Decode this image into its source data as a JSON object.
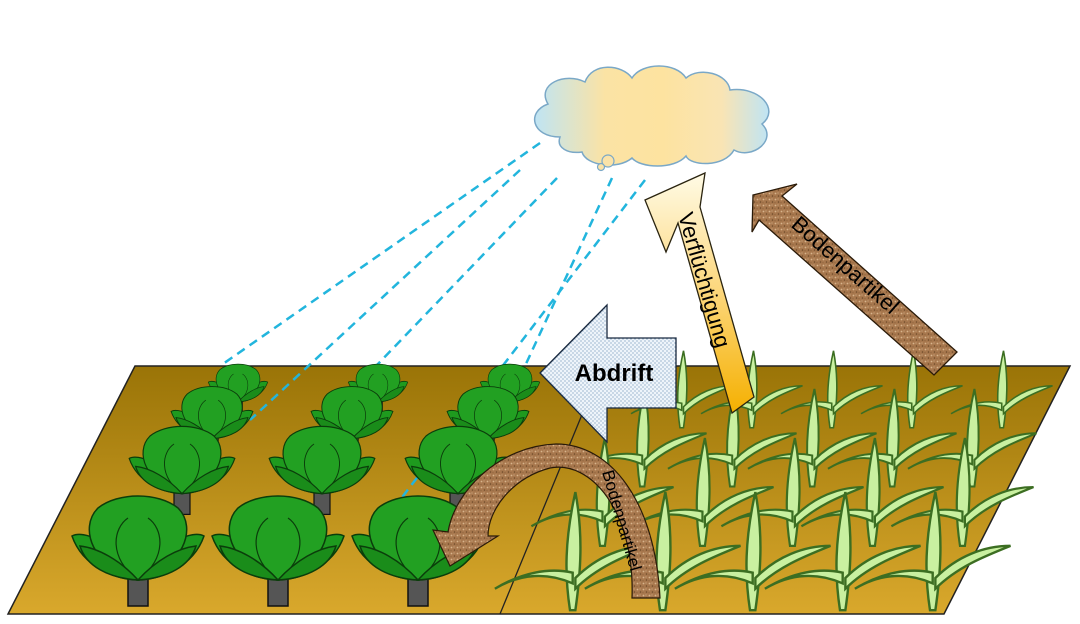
{
  "labels": {
    "drift": "Abdrift",
    "volatilization": "Verflüchtigung",
    "soil_particles_large": "Bodenpartikel",
    "soil_particles_small": "Bodenpartikel"
  },
  "colors": {
    "field": "#a8800a",
    "field_light": "#d4a326",
    "cabbage": "#1e9a1e",
    "cabbage_dark": "#0b5a0b",
    "seedling": "#c9f0a0",
    "spray": "#22b5dd",
    "soil_arrow": "#a47a52",
    "cloud_blue": "#bfe4f4",
    "cloud_yellow": "#fbe4a8",
    "drift_arrow": "#dbe9f5"
  },
  "icons": {
    "cloud": "cloud-icon",
    "cabbage": "cabbage-plant-icon",
    "seedling": "seedling-icon"
  }
}
